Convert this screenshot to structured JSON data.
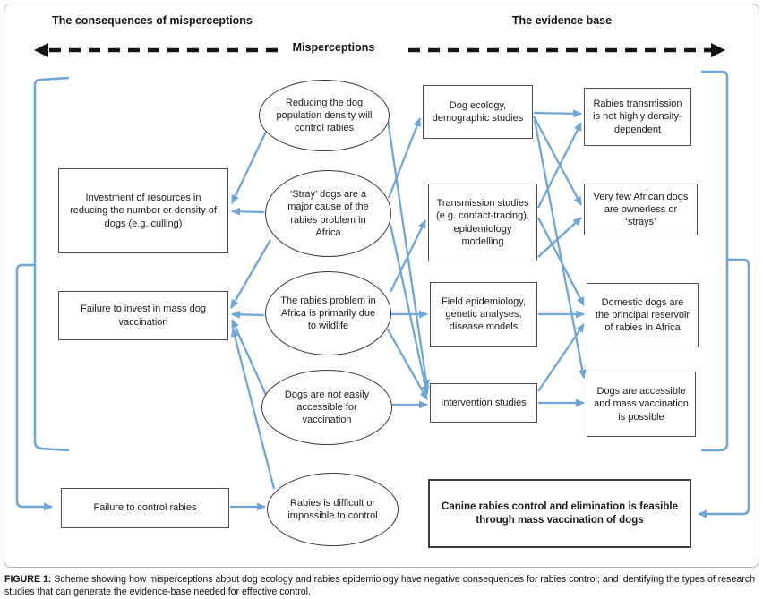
{
  "header": {
    "left_label": "The consequences of misperceptions",
    "center_label": "Misperceptions",
    "right_label": "The evidence base"
  },
  "consequences": [
    "Investment of resources in reducing the number or density of dogs (e.g. culling)",
    "Failure to invest in mass dog vaccination",
    "Failure to control rabies"
  ],
  "misperceptions": [
    "Reducing the dog population density will control rabies",
    "‘Stray’ dogs are a major cause of the rabies problem in Africa",
    "The rabies problem in Africa is primarily due to wildlife",
    "Dogs are not easily accessible for vaccination",
    "Rabies is difficult or impossible to control"
  ],
  "evidence_studies": [
    "Dog ecology, demographic studies",
    "Transmission studies (e.g. contact-tracing). epidemiology modelling",
    "Field epidemiology, genetic analyses, disease models",
    "Intervention studies"
  ],
  "evidence_findings": [
    "Rabies transmission is not highly density-dependent",
    "Very few African dogs are ownerless or ‘strays’",
    "Domestic dogs are the principal reservoir of rabies in Africa",
    "Dogs are accessible and mass vaccination is possible"
  ],
  "conclusion": "Canine rabies control and elimination is feasible through mass vaccination of dogs",
  "caption": {
    "label": "FIGURE 1:",
    "text": " Scheme showing how misperceptions about dog ecology and rabies epidemiology have negative consequences for rabies control; and identifying the types of research studies that can generate the evidence-base needed for effective control."
  },
  "colors": {
    "arrow_blue": "#6fa6d9",
    "dashed_black": "#141414",
    "box_border": "#4d4d4d"
  }
}
